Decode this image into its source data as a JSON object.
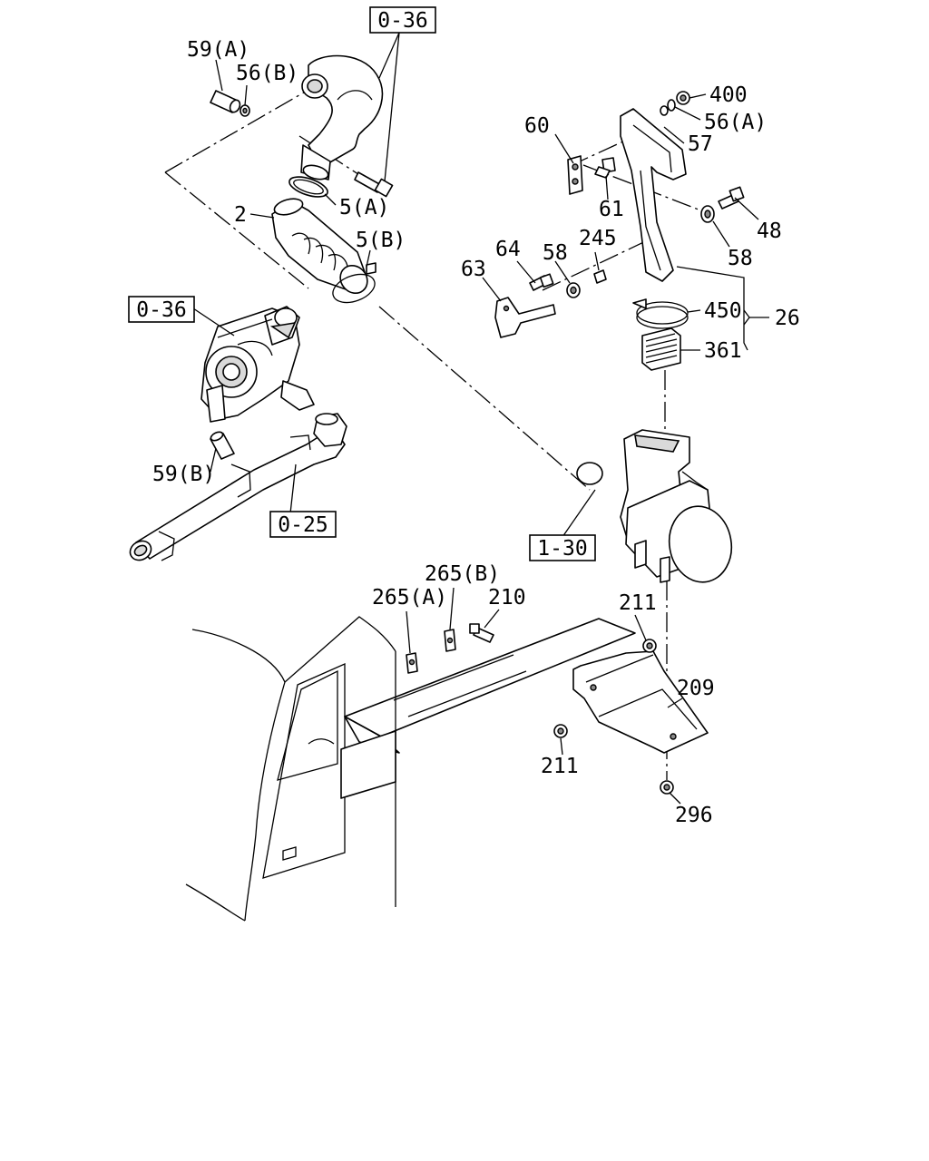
{
  "callouts": {
    "c59a": "59(A)",
    "c56b": "56(B)",
    "c036top": "0-36",
    "c5a": "5(A)",
    "c2": "2",
    "c5b": "5(B)",
    "c036mid": "0-36",
    "c59b": "59(B)",
    "c025": "0-25",
    "c400": "400",
    "c56a": "56(A)",
    "c60": "60",
    "c57": "57",
    "c61": "61",
    "c48": "48",
    "c58r": "58",
    "c245": "245",
    "c58l": "58",
    "c64": "64",
    "c63": "63",
    "c450": "450",
    "c26": "26",
    "c361": "361",
    "c130": "1-30",
    "c265b": "265(B)",
    "c265a": "265(A)",
    "c210": "210",
    "c211t": "211",
    "c209": "209",
    "c211b": "211",
    "c296": "296"
  }
}
